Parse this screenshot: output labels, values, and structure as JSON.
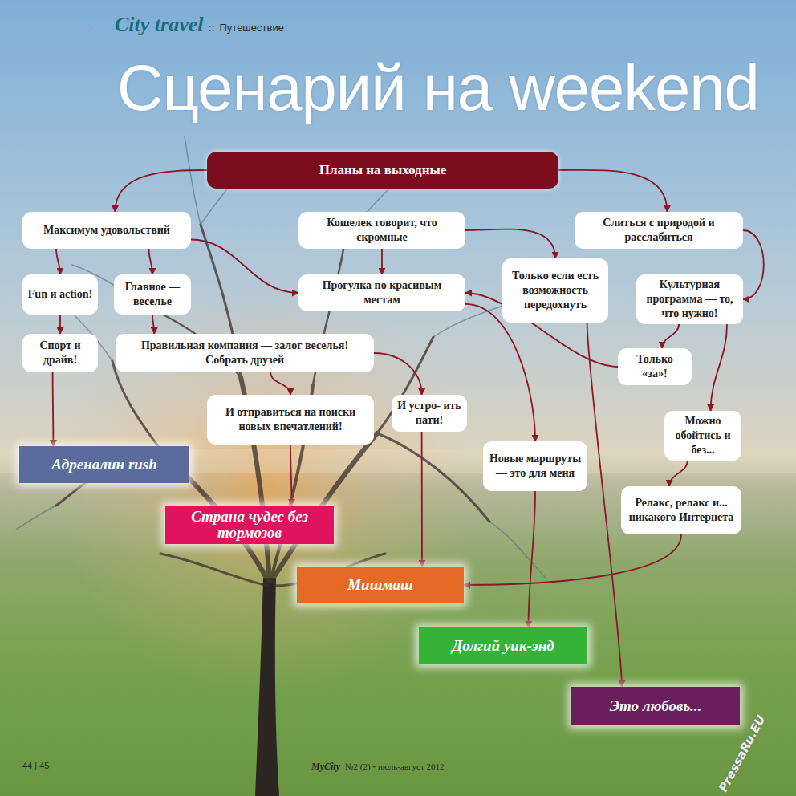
{
  "diagram": {
    "title": "Сценарий на weekend",
    "nodes": [
      {
        "text": [
          "Планы на выходные"
        ]
      },
      {
        "text": [
          "Максимум удовольствий"
        ]
      },
      {
        "text": [
          "Кошелек говорит, что скромные"
        ]
      },
      {
        "text": [
          "Слиться с природой и расслабиться"
        ]
      },
      {
        "text": [
          "Только если есть возможность передохнуть"
        ]
      },
      {
        "text": [
          "Fun и action!"
        ]
      },
      {
        "text": [
          "Главное — веселье"
        ]
      },
      {
        "text": [
          "Прогулка по красивым местам"
        ]
      },
      {
        "text": [
          "Культурная программа — то, что нужно!"
        ]
      },
      {
        "text": [
          "Спорт и драйв!"
        ]
      },
      {
        "text": [
          "Правильная компания — залог веселья! Собрать друзей"
        ]
      },
      {
        "text": [
          "Только «за»!"
        ]
      },
      {
        "text": [
          "И отправиться на поиски новых впечатлений!"
        ]
      },
      {
        "text": [
          "И устро- ить пати!"
        ]
      },
      {
        "text": [
          "Можно обойтись и без..."
        ]
      },
      {
        "text": [
          "Новые маршруты — это для меня"
        ]
      },
      {
        "text": [
          "Адреналин rush"
        ]
      },
      {
        "text": [
          "Релакс, релакс и... никакого Интернета"
        ]
      },
      {
        "text": [
          "Страна чудес без тормозов"
        ]
      },
      {
        "text": [
          "Мишмаш"
        ]
      },
      {
        "text": [
          "Долгий уик-энд"
        ]
      },
      {
        "text": [
          "Это любовь..."
        ]
      }
    ],
    "edges": [
      {
        "from": 0,
        "to": 1,
        "arrow": "to"
      },
      {
        "from": 0,
        "to": 3,
        "arrow": "to"
      },
      {
        "from": 1,
        "to": 5,
        "arrow": "to"
      },
      {
        "from": 1,
        "to": 6,
        "arrow": "to"
      },
      {
        "from": 1,
        "to": 7,
        "arrow": "to"
      },
      {
        "from": 2,
        "to": 7,
        "arrow": "to"
      },
      {
        "from": 2,
        "to": 4,
        "arrow": "to"
      },
      {
        "from": 3,
        "to": 8,
        "arrow": "to"
      },
      {
        "from": 4,
        "to": 21,
        "arrow": "to"
      },
      {
        "from": 5,
        "to": 9,
        "arrow": "to"
      },
      {
        "from": 9,
        "to": 16,
        "arrow": "to"
      },
      {
        "from": 6,
        "to": 10,
        "arrow": "to"
      },
      {
        "from": 10,
        "to": 12,
        "arrow": "to"
      },
      {
        "from": 10,
        "to": 13,
        "arrow": "to"
      },
      {
        "from": 12,
        "to": 18,
        "arrow": "to"
      },
      {
        "from": 13,
        "to": 19,
        "arrow": "to"
      },
      {
        "from": 8,
        "to": 11,
        "arrow": "to"
      },
      {
        "from": 11,
        "to": 7,
        "arrow": "to"
      },
      {
        "from": 8,
        "to": 14,
        "arrow": "to"
      },
      {
        "from": 14,
        "to": 17,
        "arrow": "to"
      },
      {
        "from": 17,
        "to": 19,
        "arrow": "to"
      },
      {
        "from": 15,
        "to": 20,
        "arrow": "to"
      },
      {
        "from": 7,
        "to": 15,
        "arrow": "to"
      }
    ],
    "labels": [
      "City travel",
      "::",
      "Путешествие",
      "44 | 45",
      "MyCity",
      "№2 (2) • июль-август 2012",
      "PressaRu.EU"
    ]
  }
}
